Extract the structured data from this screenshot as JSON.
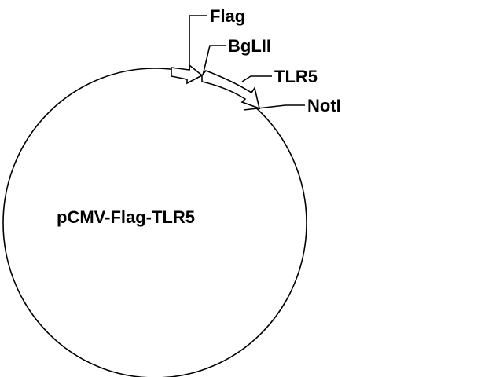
{
  "plasmid": {
    "name": "pCMV-Flag-TLR5"
  },
  "features": {
    "flag": {
      "label": "Flag"
    },
    "bglii": {
      "label": "BgLII"
    },
    "tlr5": {
      "label": "TLR5"
    },
    "noti": {
      "label": "NotI"
    }
  },
  "colors": {
    "line": "#000000",
    "fill": "#ffffff",
    "background": "#ffffff"
  }
}
